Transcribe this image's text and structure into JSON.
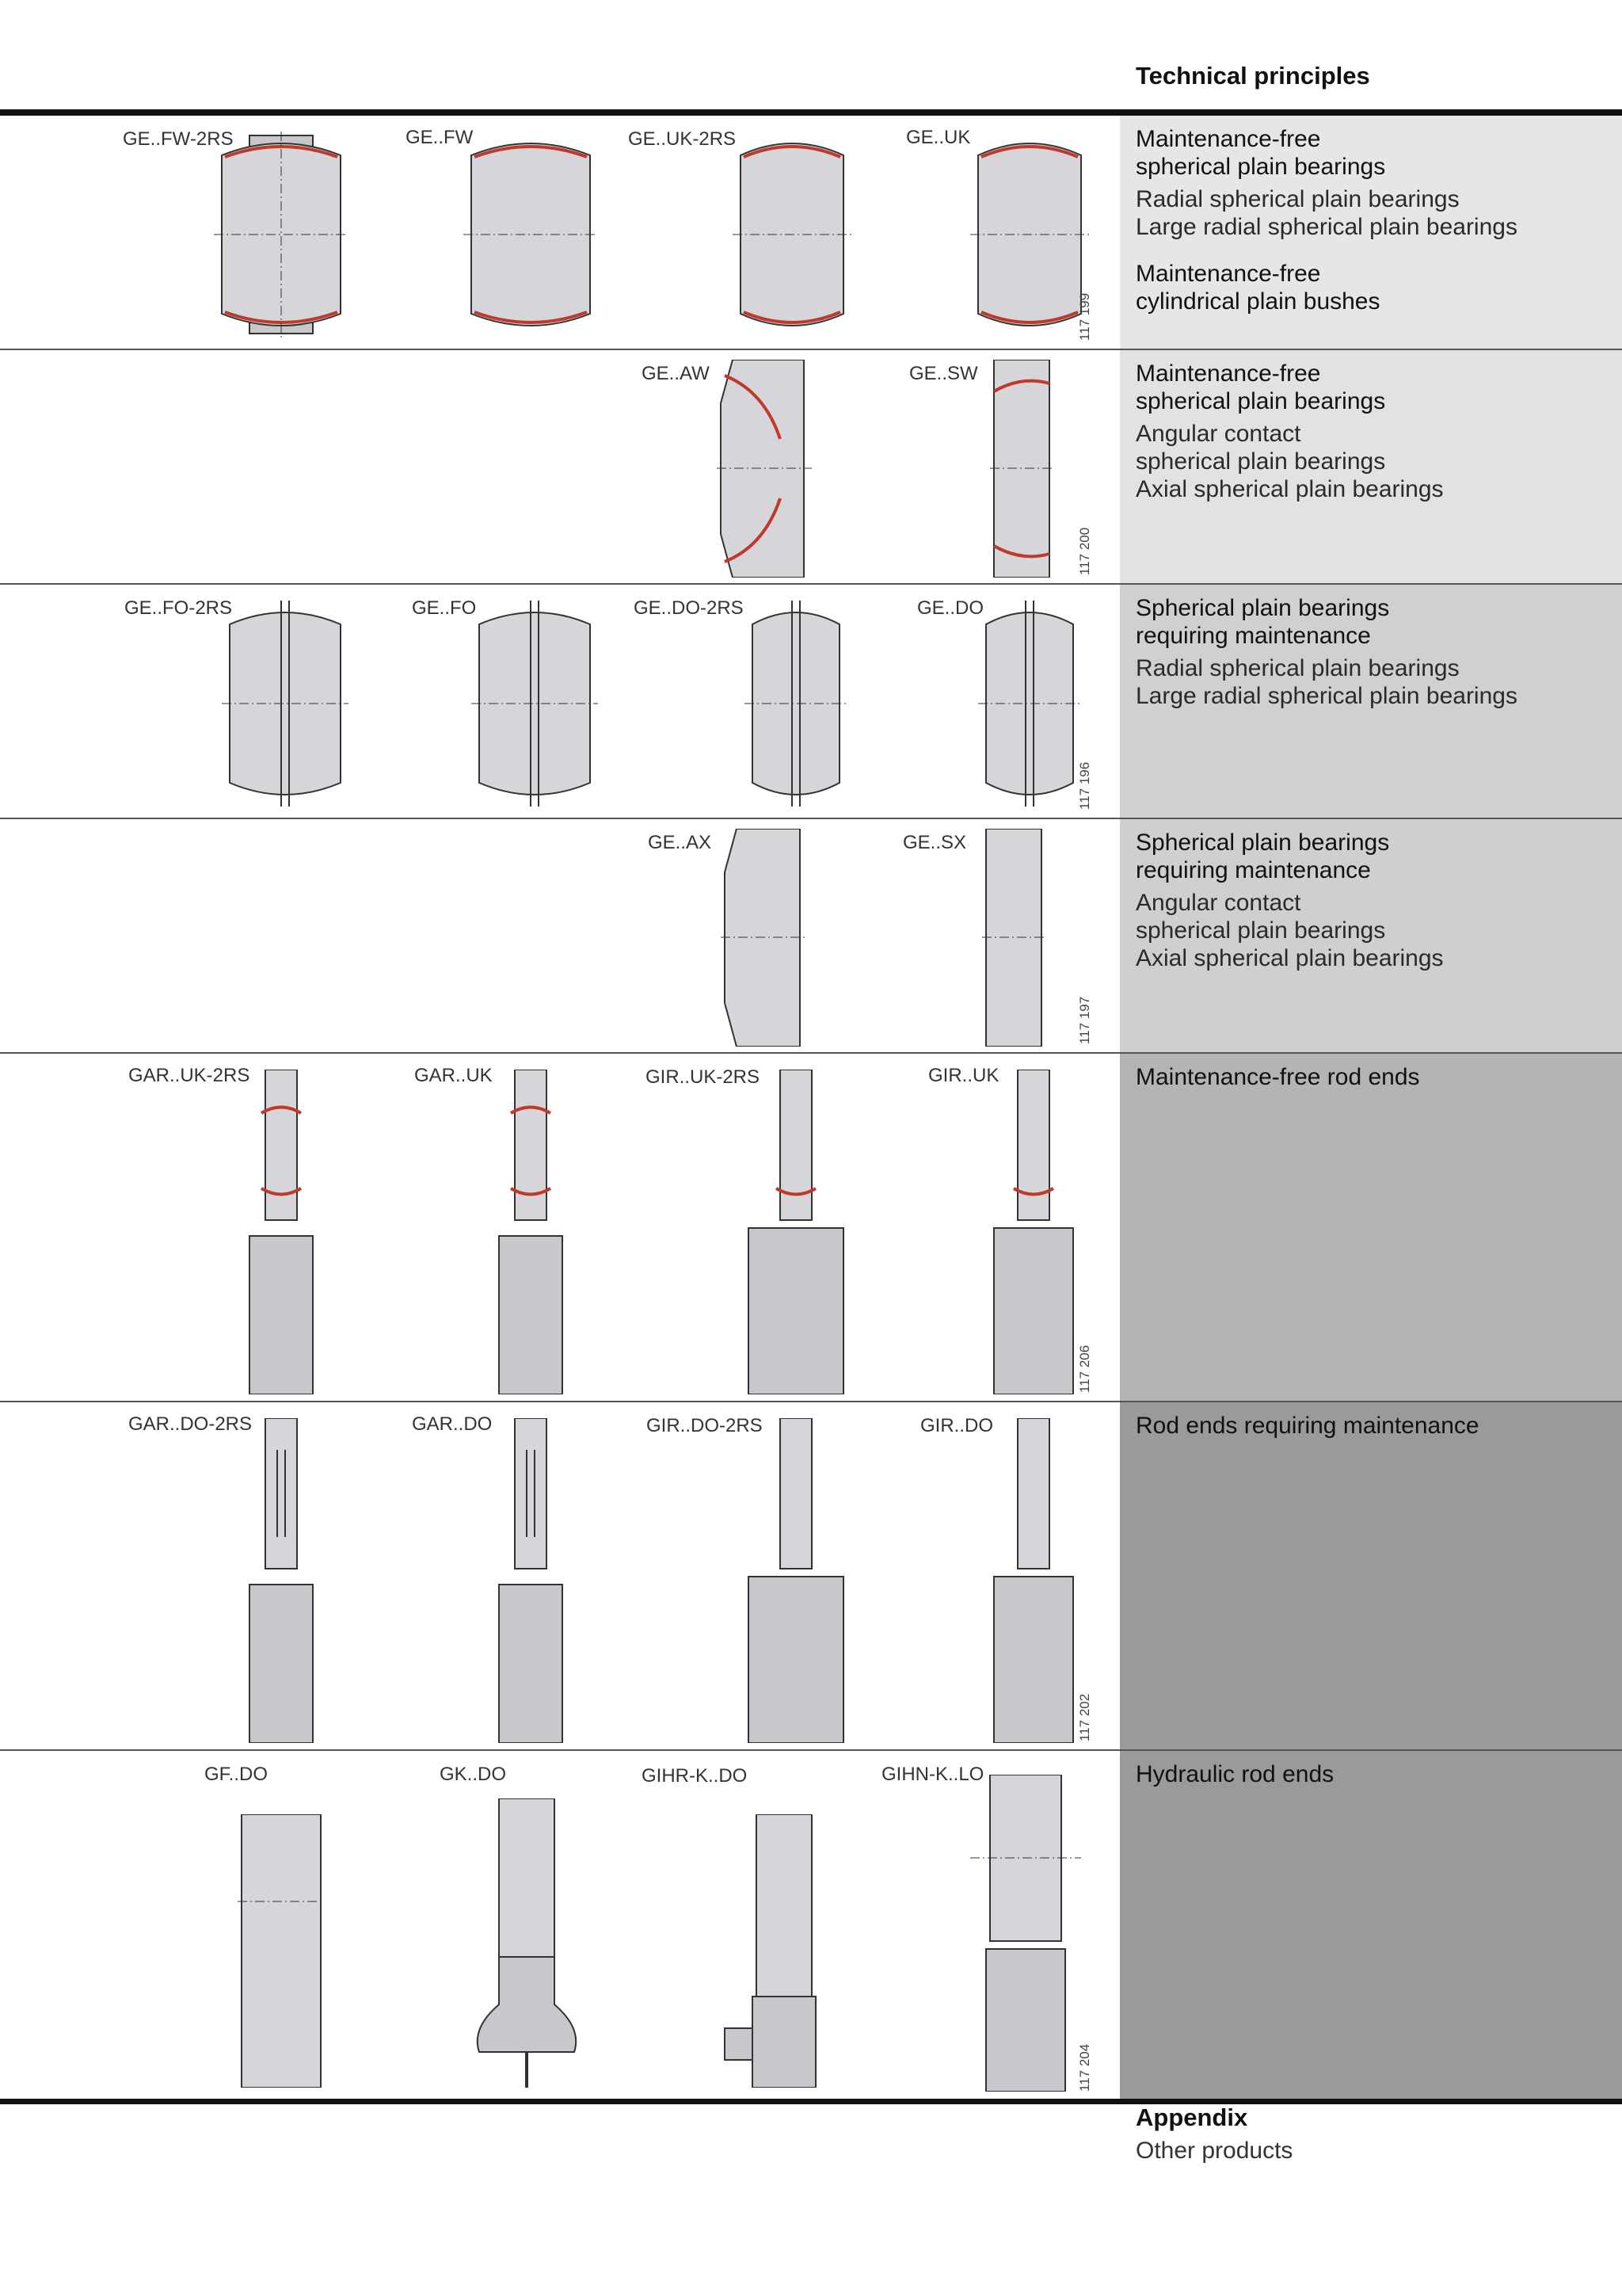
{
  "header": {
    "title": "Technical principles"
  },
  "colors": {
    "row_bg_1": "#e6e6e7",
    "row_bg_2": "#e2e2e3",
    "row_bg_3": "#d0d0d2",
    "row_bg_4": "#cfcfd1",
    "row_bg_5": "#b4b3b6",
    "row_bg_6": "#9a999c",
    "row_bg_7": "#9a999c",
    "seal_red": "#c0392b",
    "metal": "#c8c8cc"
  },
  "rows": [
    {
      "title": "Maintenance-free\nspherical plain bearings",
      "sub": "Radial spherical plain bearings\nLarge radial spherical plain bearings",
      "title2": "Maintenance-free\ncylindrical plain bushes",
      "figure": "117 199",
      "products": [
        "GE..FW-2RS",
        "GE..FW",
        "GE..UK-2RS",
        "GE..UK"
      ]
    },
    {
      "title": "Maintenance-free\nspherical plain bearings",
      "sub": "Angular contact\nspherical plain bearings\nAxial spherical plain bearings",
      "figure": "117 200",
      "products": [
        "GE..AW",
        "GE..SW"
      ]
    },
    {
      "title": "Spherical plain bearings\nrequiring maintenance",
      "sub": "Radial spherical plain bearings\nLarge radial spherical plain bearings",
      "figure": "117 196",
      "products": [
        "GE..FO-2RS",
        "GE..FO",
        "GE..DO-2RS",
        "GE..DO"
      ]
    },
    {
      "title": "Spherical plain bearings\nrequiring maintenance",
      "sub": "Angular contact\nspherical plain bearings\nAxial spherical plain bearings",
      "figure": "117 197",
      "products": [
        "GE..AX",
        "GE..SX"
      ]
    },
    {
      "title": "Maintenance-free rod ends",
      "figure": "117 206",
      "products": [
        "GAR..UK-2RS",
        "GAR..UK",
        "GIR..UK-2RS",
        "GIR..UK"
      ]
    },
    {
      "title": "Rod ends requiring maintenance",
      "figure": "117 202",
      "products": [
        "GAR..DO-2RS",
        "GAR..DO",
        "GIR..DO-2RS",
        "GIR..DO"
      ]
    },
    {
      "title": "Hydraulic rod ends",
      "figure": "117 204",
      "products": [
        "GF..DO",
        "GK..DO",
        "GIHR-K..DO",
        "GIHN-K..LO"
      ]
    }
  ],
  "appendix": {
    "title": "Appendix",
    "sub": "Other products"
  }
}
